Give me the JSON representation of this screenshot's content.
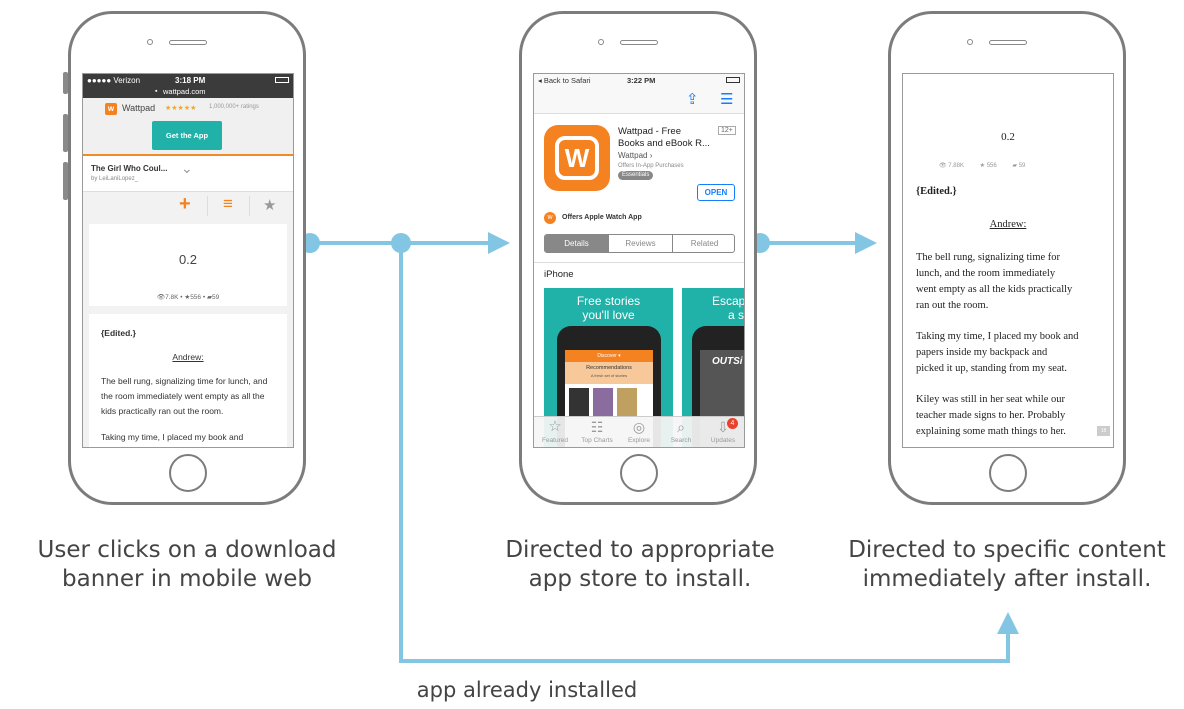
{
  "captions": {
    "step1": [
      "User clicks on a download",
      "banner in mobile web"
    ],
    "step2": [
      "Directed to appropriate",
      "app store to install."
    ],
    "step3": [
      "Directed to specific content",
      "immediately after install."
    ],
    "bypass": "app already installed"
  },
  "phone1": {
    "carrier": "●●●●● Verizon",
    "time": "3:18 PM",
    "url": "wattpad.com",
    "app_name": "Wattpad",
    "stars": "★★★★★",
    "ratings": "1,000,000+ ratings",
    "get_app": "Get the App",
    "story_title": "The Girl Who Coul...",
    "story_author": "by LeiLaniLopez_",
    "part": "0.2",
    "views": "7.8K",
    "votes": "556",
    "comments": "59",
    "edited": "{Edited.}",
    "andrew": "Andrew:",
    "para1": "The bell rung, signalizing time for lunch, and the room immediately went empty as all the kids practically ran out the room.",
    "para2": "Taking my time, I placed my book and"
  },
  "phone2": {
    "back": "◂ Back to Safari",
    "time": "3:22 PM",
    "app_title_1": "Wattpad - Free",
    "app_title_2": "Books and eBook R...",
    "developer": "Wattpad ›",
    "iap": "Offers In-App Purchases",
    "badge": "Essentials",
    "age": "12+",
    "open": "OPEN",
    "watch": "Offers Apple Watch App",
    "tabs": [
      "Details",
      "Reviews",
      "Related"
    ],
    "platform": "iPhone",
    "shot1_text_1": "Free stories",
    "shot1_text_2": "you'll love",
    "shot2_text_1": "Escap",
    "shot2_text_2": "a s",
    "shot_header": "Discover ▾",
    "shot_reco": "Recommendations",
    "shot_reco_sub": "A fresh set of stories",
    "shot2_label": "OUTSi",
    "tabbar": [
      "Featured",
      "Top Charts",
      "Explore",
      "Search",
      "Updates"
    ],
    "updates_badge": "4"
  },
  "phone3": {
    "part": "0.2",
    "views": "7.88K",
    "votes": "556",
    "comments": "59",
    "edited": "{Edited.}",
    "andrew": "Andrew:",
    "para1": [
      "The bell rung, signalizing time for",
      "lunch, and the room immediately",
      "went empty as all the kids practically",
      "ran out the room."
    ],
    "para2": [
      "Taking my time, I placed my book and",
      "papers inside my backpack and",
      "picked it up, standing from my seat."
    ],
    "para3": [
      "Kiley was still in her seat while our",
      "teacher made signs to her. Probably",
      "explaining some math things to her."
    ],
    "side_count": "18"
  },
  "colors": {
    "connector": "#83c6e3",
    "wattpad_orange": "#f58220",
    "teal": "#20b1a9",
    "ios_blue": "#157efb"
  }
}
